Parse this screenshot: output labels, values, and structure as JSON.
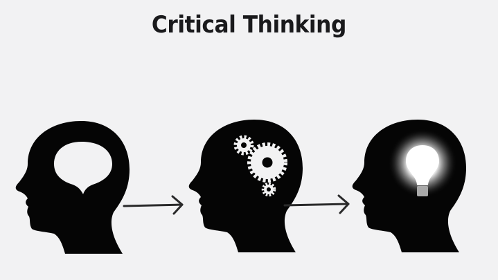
{
  "title": "Critical Thinking",
  "colors": {
    "background": "#f2f2f3",
    "silhouette": "#050505",
    "title": "#1a1a1c",
    "arrow": "#2a2a2a",
    "highlight": "#ffffff"
  },
  "stages": [
    {
      "name": "empty-mind",
      "icon": "thought-bubble-icon",
      "description": "Head silhouette with an empty thought bubble"
    },
    {
      "name": "thinking",
      "icon": "gears-icon",
      "description": "Head silhouette with turning gears"
    },
    {
      "name": "idea",
      "icon": "lightbulb-icon",
      "description": "Head silhouette with a glowing light bulb"
    }
  ],
  "arrows": [
    {
      "from": "empty-mind",
      "to": "thinking",
      "icon": "arrow-right-icon"
    },
    {
      "from": "thinking",
      "to": "idea",
      "icon": "arrow-right-icon"
    }
  ]
}
